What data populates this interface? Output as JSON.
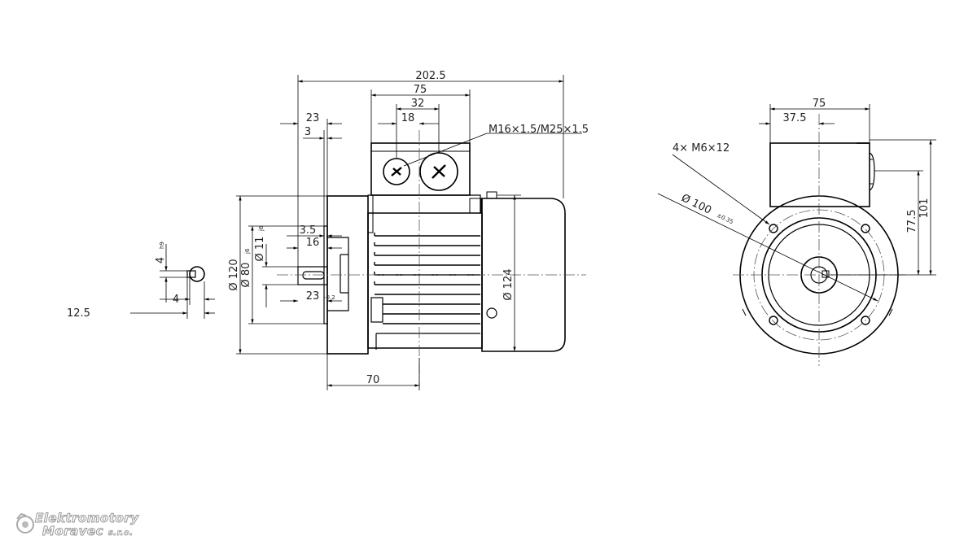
{
  "dimensions": {
    "overall_length": "202.5",
    "terminal_box_width": "75",
    "gland_spacing": "32",
    "gland_offset": "18",
    "flange_offset_23": "23",
    "flange_offset_3": "3",
    "thread_label": "M16×1.5/M25×1.5",
    "shaft_3_5": "3.5",
    "shaft_16": "16",
    "shaft_diameter": "Ø 11",
    "shaft_diameter_tol": "j6",
    "spigot_diameter": "Ø 80",
    "spigot_diameter_tol": "j6",
    "flange_diameter": "Ø 120",
    "shaft_length": "23",
    "shaft_length_tol": "-0.2",
    "body_diameter": "Ø 124",
    "flange_to_box": "70",
    "key_width": "4",
    "key_width_tol": "h9",
    "key_depth": "4",
    "key_height": "12.5",
    "end_box_width": "75",
    "end_box_half": "37.5",
    "bolt_holes": "4× M6×12",
    "pcd": "Ø 100",
    "pcd_tol": "±0.35",
    "box_height_77": "77.5",
    "box_height_101": "101"
  },
  "logo": {
    "line1": "Elektromotory",
    "line2": "Moravec",
    "line2_suffix": "s.r.o."
  },
  "colors": {
    "line": "#000000",
    "center_line": "#555555",
    "logo_outline": "#999999"
  }
}
